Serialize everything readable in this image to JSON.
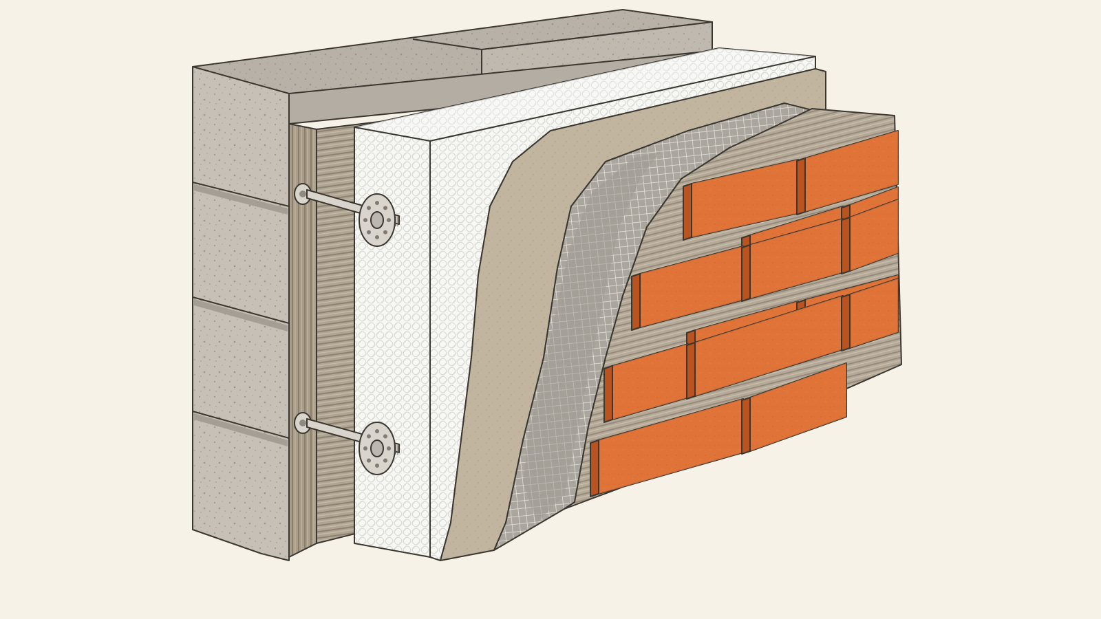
{
  "diagram": {
    "layers": [
      {
        "name": "concrete-block-wall",
        "color": "#c6c0b6"
      },
      {
        "name": "adhesive-mortar",
        "color": "#b0a593"
      },
      {
        "name": "eps-insulation-board",
        "color": "#f7f7f4"
      },
      {
        "name": "base-coat",
        "color": "#c2b59f"
      },
      {
        "name": "reinforcing-mesh-coat",
        "color": "#a9a59d"
      },
      {
        "name": "tile-adhesive",
        "color": "#b5aa98"
      },
      {
        "name": "brick-slips",
        "color": "#e07438"
      }
    ],
    "mortar_joint_color": "#c9bfae",
    "anchor_color": "#d9d5cc",
    "anchor_count": 2,
    "brick_slip_rows": 6
  }
}
